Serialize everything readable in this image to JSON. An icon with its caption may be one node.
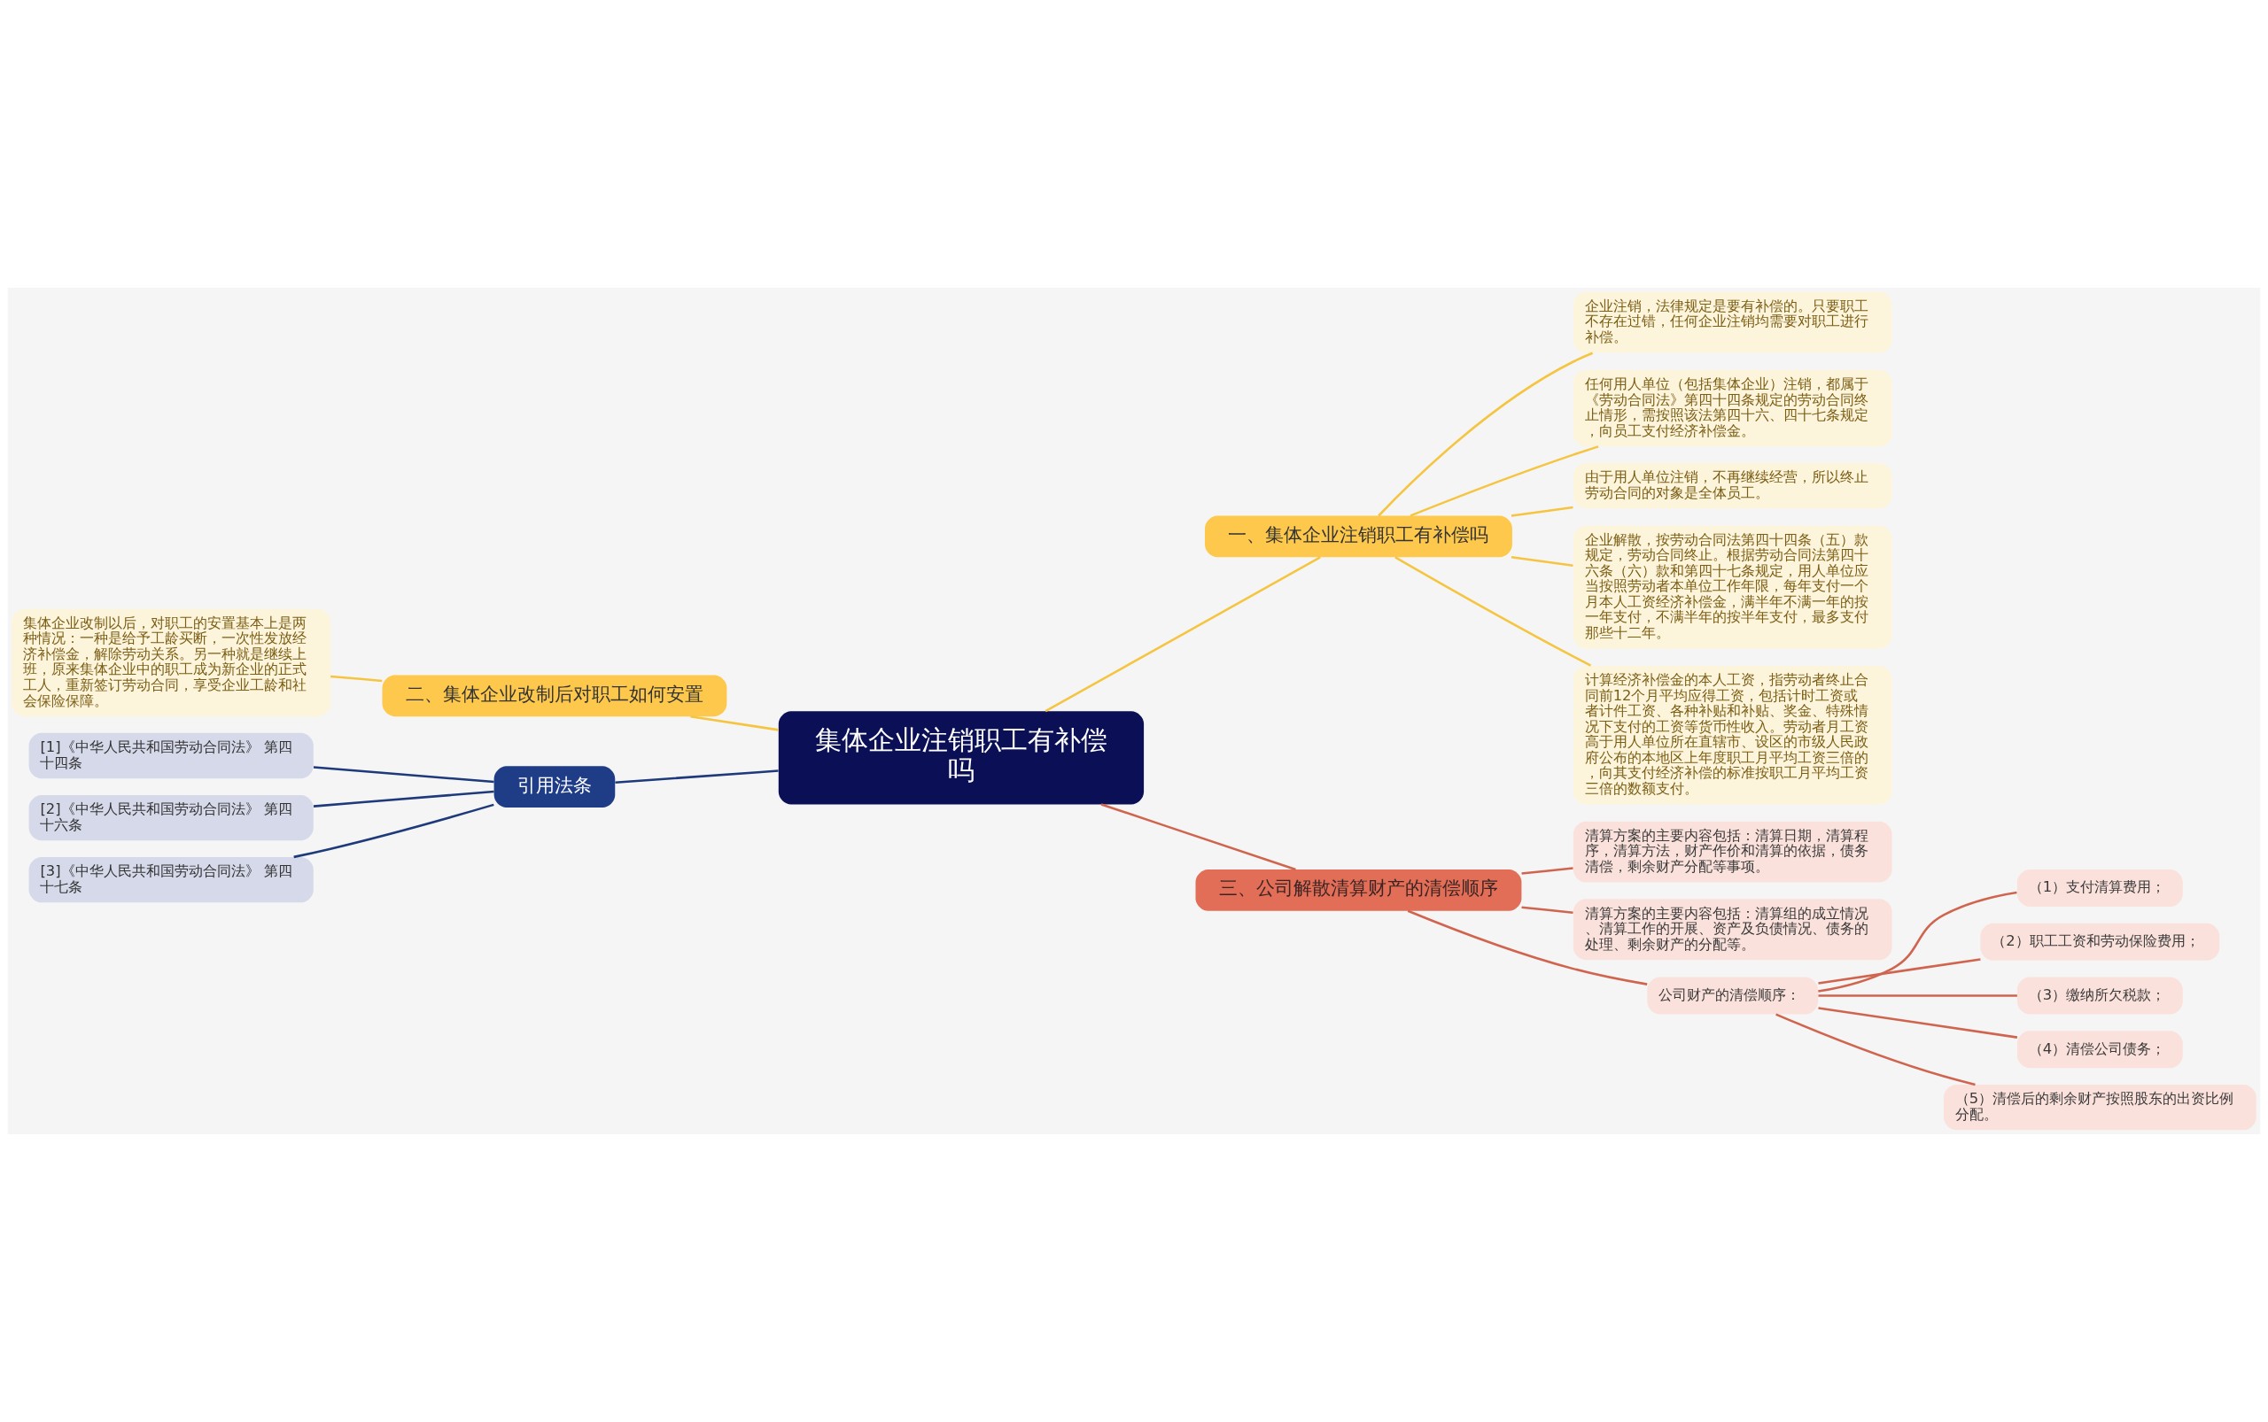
{
  "diagram": {
    "nodes": [
      {
        "text": [
          "集体企业注销职工有补偿吗"
        ]
      },
      {
        "text": [
          "一、集体企业注销职工有补偿吗"
        ]
      },
      {
        "text": [
          "企业注销，法律规定是要有补偿的。只要职工不存在过错，任何企业注销均需要对职工进行补偿。"
        ]
      },
      {
        "text": [
          "任何用人单位（包括集体企业）注销，都属于《劳动合同法》第四十四条规定的劳动合同终止情形，需按照该法第四十六、四十七条规定，向员工支付经济补偿金。"
        ]
      },
      {
        "text": [
          "由于用人单位注销，不再继续经营，所以终止劳动合同的对象是全体员工。"
        ]
      },
      {
        "text": [
          "企业解散，按劳动合同法第四十四条（五）款规定，劳动合同终止。根据劳动合同法第四十六条（六）款和第四十七条规定，用人单位应当按照劳动者本单位工作年限，每年支付一个月本人工资经济补偿金，满半年不满一年的按一年支付，不满半年的按半年支付，最多支付那些十二年。"
        ]
      },
      {
        "text": [
          "计算经济补偿金的本人工资，指劳动者终止合同前12个月平均应得工资，包括计时工资或者计件工资、各种补贴和补贴、奖金、特殊情况下支付的工资等货币性收入。劳动者月工资高于用人单位所在直辖市、设区的市级人民政府公布的本地区上年度职工月平均工资三倍的，向其支付经济补偿的标准按职工月平均工资三倍的数额支付。"
        ]
      },
      {
        "text": [
          "二、集体企业改制后对职工如何安置"
        ]
      },
      {
        "text": [
          "集体企业改制以后，对职工的安置基本上是两种情况：一种是给予工龄买断，一次性发放经济补偿金，解除劳动关系。另一种就是继续上班，原来集体企业中的职工成为新企业的正式工人，重新签订劳动合同，享受企业工龄和社会保险保障。"
        ]
      },
      {
        "text": [
          "引用法条"
        ]
      },
      {
        "text": [
          "[1]《中华人民共和国劳动合同法》 第四十四条"
        ]
      },
      {
        "text": [
          "[2]《中华人民共和国劳动合同法》 第四十六条"
        ]
      },
      {
        "text": [
          "[3]《中华人民共和国劳动合同法》 第四十七条"
        ]
      },
      {
        "text": [
          "三、公司解散清算财产的清偿顺序"
        ]
      },
      {
        "text": [
          "清算方案的主要内容包括：清算日期，清算程序，清算方法，财产作价和清算的依据，债务清偿，剩余财产分配等事项。"
        ]
      },
      {
        "text": [
          "清算方案的主要内容包括：清算组的成立情况、清算工作的开展、资产及负债情况、债务的处理、剩余财产的分配等。"
        ]
      },
      {
        "text": [
          "公司财产的清偿顺序："
        ]
      },
      {
        "text": [
          "（1）支付清算费用；"
        ]
      },
      {
        "text": [
          "（2）职工工资和劳动保险费用；"
        ]
      },
      {
        "text": [
          "（3）缴纳所欠税款；"
        ]
      },
      {
        "text": [
          "（4）清偿公司债务；"
        ]
      },
      {
        "text": [
          "（5）清偿后的剩余财产按照股东的出资比例分配。"
        ]
      }
    ],
    "edges": [
      {
        "from": 0,
        "to": 1,
        "arrow": "none",
        "color": "#f5c542"
      },
      {
        "from": 1,
        "to": 2,
        "arrow": "none",
        "color": "#f5c542"
      },
      {
        "from": 1,
        "to": 3,
        "arrow": "none",
        "color": "#f5c542"
      },
      {
        "from": 1,
        "to": 4,
        "arrow": "none",
        "color": "#f5c542"
      },
      {
        "from": 1,
        "to": 5,
        "arrow": "none",
        "color": "#f5c542"
      },
      {
        "from": 1,
        "to": 6,
        "arrow": "none",
        "color": "#f5c542"
      },
      {
        "from": 7,
        "to": 0,
        "arrow": "none",
        "color": "#f5c542"
      },
      {
        "from": 8,
        "to": 7,
        "arrow": "none",
        "color": "#f5c542"
      },
      {
        "from": 9,
        "to": 0,
        "arrow": "none",
        "color": "#1e3a7a"
      },
      {
        "from": 10,
        "to": 9,
        "arrow": "none",
        "color": "#1e3a7a"
      },
      {
        "from": 11,
        "to": 9,
        "arrow": "none",
        "color": "#1e3a7a"
      },
      {
        "from": 12,
        "to": 9,
        "arrow": "none",
        "color": "#1e3a7a"
      },
      {
        "from": 0,
        "to": 13,
        "arrow": "none",
        "color": "#d0654f"
      },
      {
        "from": 13,
        "to": 14,
        "arrow": "none",
        "color": "#d0654f"
      },
      {
        "from": 13,
        "to": 15,
        "arrow": "none",
        "color": "#d0654f"
      },
      {
        "from": 13,
        "to": 16,
        "arrow": "none",
        "color": "#d0654f"
      },
      {
        "from": 16,
        "to": 17,
        "arrow": "none",
        "color": "#d0654f"
      },
      {
        "from": 16,
        "to": 18,
        "arrow": "none",
        "color": "#d0654f"
      },
      {
        "from": 16,
        "to": 19,
        "arrow": "none",
        "color": "#d0654f"
      },
      {
        "from": 16,
        "to": 20,
        "arrow": "none",
        "color": "#d0654f"
      },
      {
        "from": 16,
        "to": 21,
        "arrow": "none",
        "color": "#d0654f"
      }
    ]
  }
}
